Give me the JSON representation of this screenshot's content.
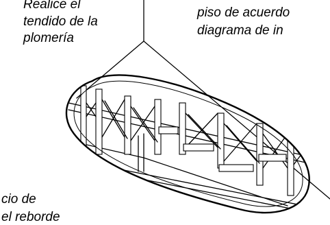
{
  "annotations": {
    "plumbing": [
      "Realice el",
      "tendido de la",
      "plomería"
    ],
    "floor": [
      "piso de acuerdo",
      "diagrama de in"
    ],
    "ledge": [
      "cio de",
      "el reborde"
    ]
  }
}
